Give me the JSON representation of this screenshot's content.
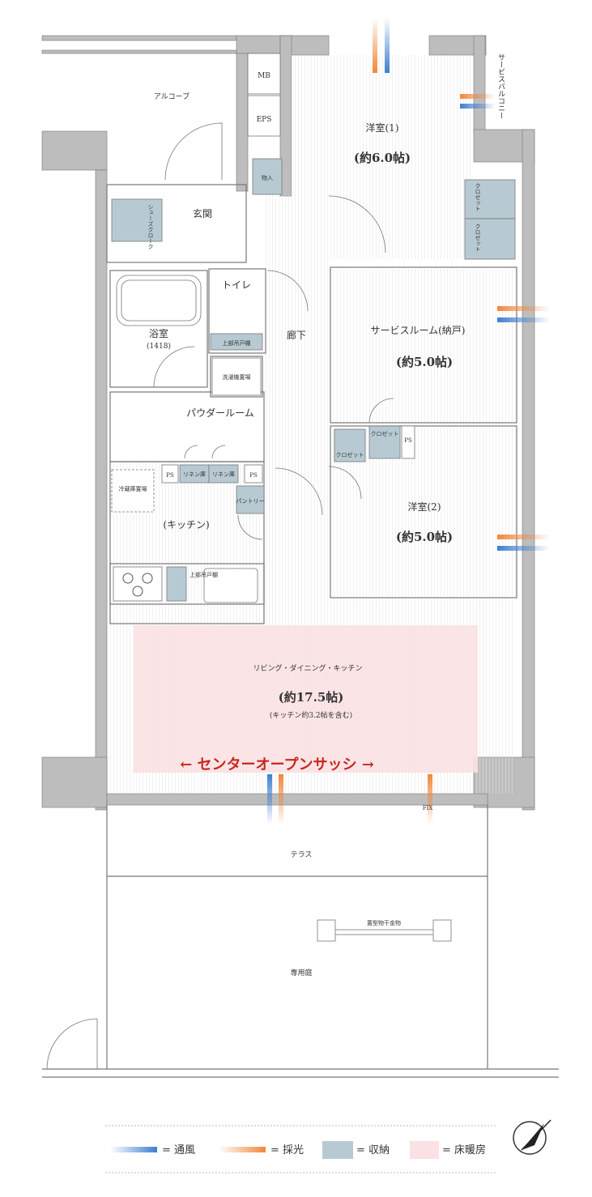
{
  "rooms": {
    "alcove": "アルコーブ",
    "mb": "MB",
    "eps": "EPS",
    "western1_name": "洋室(1)",
    "western1_size": "(約6.0帖)",
    "service_balcony": "サービスバルコニー",
    "storage": "物入",
    "shoes_closet": "シューズクローク",
    "entrance": "玄関",
    "closet": "クロゼット",
    "toilet": "トイレ",
    "upper_shelf": "上部吊戸棚",
    "bathroom_name": "浴室",
    "bathroom_size": "(1418)",
    "hallway": "廊下",
    "service_room_name": "サービスルーム(納戸)",
    "service_room_size": "(約5.0帖)",
    "washer": "洗濯機置場",
    "powder_room": "パウダールーム",
    "linen1": "リネン庫",
    "linen2": "リネン庫",
    "ps": "PS",
    "pantry": "パントリー",
    "fridge": "冷蔵庫置場",
    "kitchen": "(キッチン)",
    "upper_cabinet_kitchen": "上部吊戸棚",
    "western2_name": "洋室(2)",
    "western2_size": "(約5.0帖)",
    "ldk_name": "リビング・ダイニング・キッチン",
    "ldk_size": "(約17.5帖)",
    "ldk_note": "(キッチン約3.2帖を含む)",
    "center_sash": "← センターオープンサッシ →",
    "fix": "FIX",
    "terrace": "テラス",
    "laundry_hanger": "置型物干金物",
    "private_garden": "専用庭"
  },
  "legend": {
    "ventilation": "= 通風",
    "lighting": "= 採光",
    "storage": "= 収納",
    "floor_heating": "= 床暖房"
  },
  "colors": {
    "ventilation": "#3d7fd0",
    "lighting": "#f0883a",
    "storage": "#b7cad3",
    "floor_heating": "#fbe1e3",
    "wall": "#bdbdbd"
  },
  "icons": {
    "compass": "north-arrow-icon"
  }
}
